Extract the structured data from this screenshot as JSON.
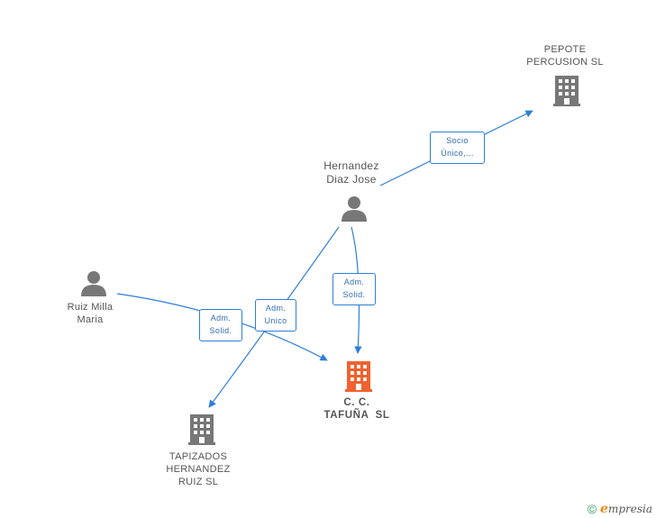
{
  "nodes": {
    "pepote": {
      "line1": "PEPOTE",
      "line2": "PERCUSION SL",
      "type": "company"
    },
    "hernandez": {
      "line1": "Hernandez",
      "line2": "Diaz Jose",
      "type": "person"
    },
    "ruiz": {
      "line1": "Ruiz Milla",
      "line2": "Maria",
      "type": "person"
    },
    "tafuna": {
      "line1": "C. C.",
      "line2": "TAFUÑA  SL",
      "type": "company-main"
    },
    "tapizados": {
      "line1": "TAPIZADOS",
      "line2": "HERNANDEZ",
      "line3": "RUIZ SL",
      "type": "company"
    }
  },
  "edges": {
    "socio": {
      "line1": "Socio",
      "line2": "Único,..."
    },
    "adm_solid_hernandez": {
      "line1": "Adm.",
      "line2": "Solid."
    },
    "adm_unico": {
      "line1": "Adm.",
      "line2": "Unico"
    },
    "adm_solid_ruiz": {
      "line1": "Adm.",
      "line2": "Solid."
    }
  },
  "colors": {
    "edge": "#2f7fd6",
    "icon_gray": "#777777",
    "icon_main": "#f0622e"
  },
  "icons": {
    "person": "person-icon",
    "company": "building-icon"
  },
  "footer": {
    "copyright": "©",
    "brand_initial": "e",
    "brand_rest": "mpresia"
  }
}
